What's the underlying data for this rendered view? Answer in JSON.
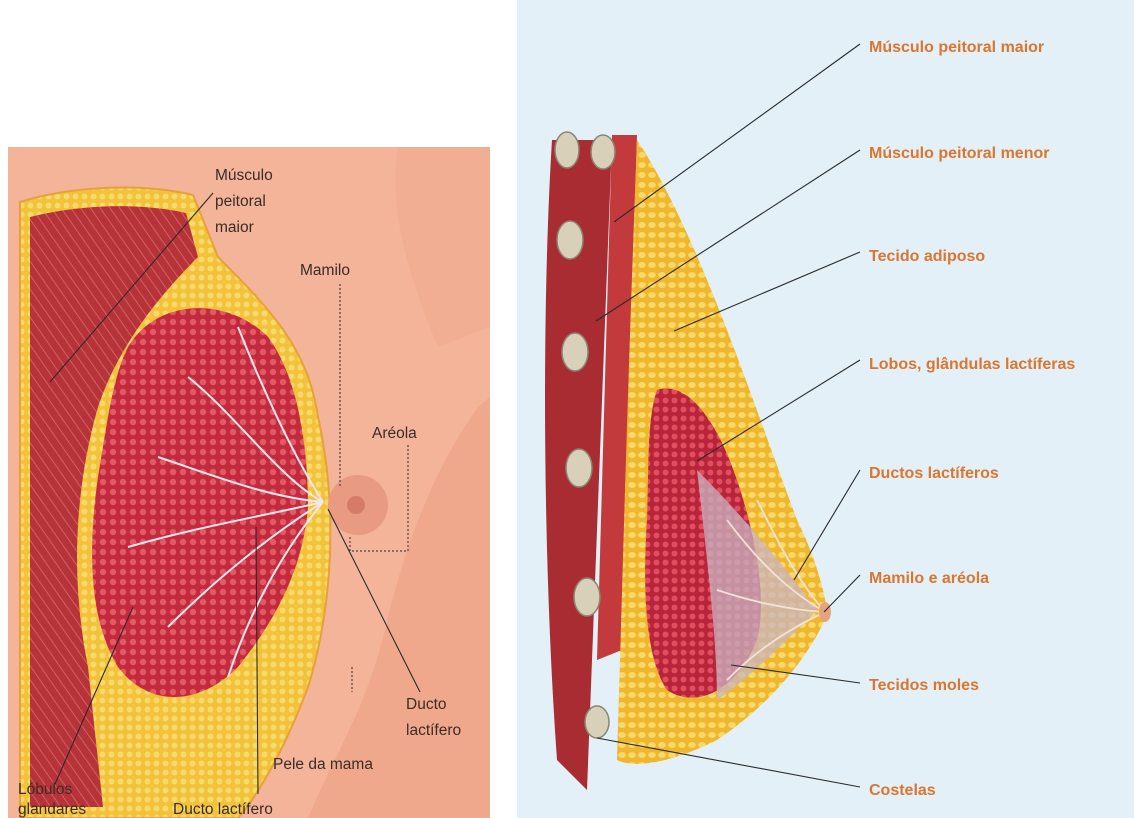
{
  "left_diagram": {
    "labels": {
      "musculo_peitoral_maior": [
        "Músculo",
        "peitoral",
        "maior"
      ],
      "mamilo": "Mamilo",
      "areola": "Aréola",
      "ducto_lactifero_right": [
        "Ducto",
        "lactífero"
      ],
      "pele_da_mama": "Pele da mama",
      "ducto_lactifero_bottom": "Ducto lactífero",
      "lobulos_glandares": [
        "Lóbulos",
        "glandares"
      ]
    }
  },
  "right_diagram": {
    "labels": {
      "musculo_peitoral_maior": "Músculo peitoral maior",
      "musculo_peitoral_menor": "Músculo peitoral menor",
      "tecido_adiposo": "Tecido adiposo",
      "lobos_glandulas": "Lobos, glândulas lactíferas",
      "ductos_lactiferos": "Ductos lactíferos",
      "mamilo_areola": "Mamilo e aréola",
      "tecidos_moles": "Tecidos moles",
      "costelas": "Costelas"
    }
  },
  "colors": {
    "skin": "#f3b49a",
    "muscle": "#b7333a",
    "fat": "#f2c23a",
    "gland": "#c42a3e",
    "label_right": "#d9762f",
    "right_bg": "#e4f0f7"
  }
}
